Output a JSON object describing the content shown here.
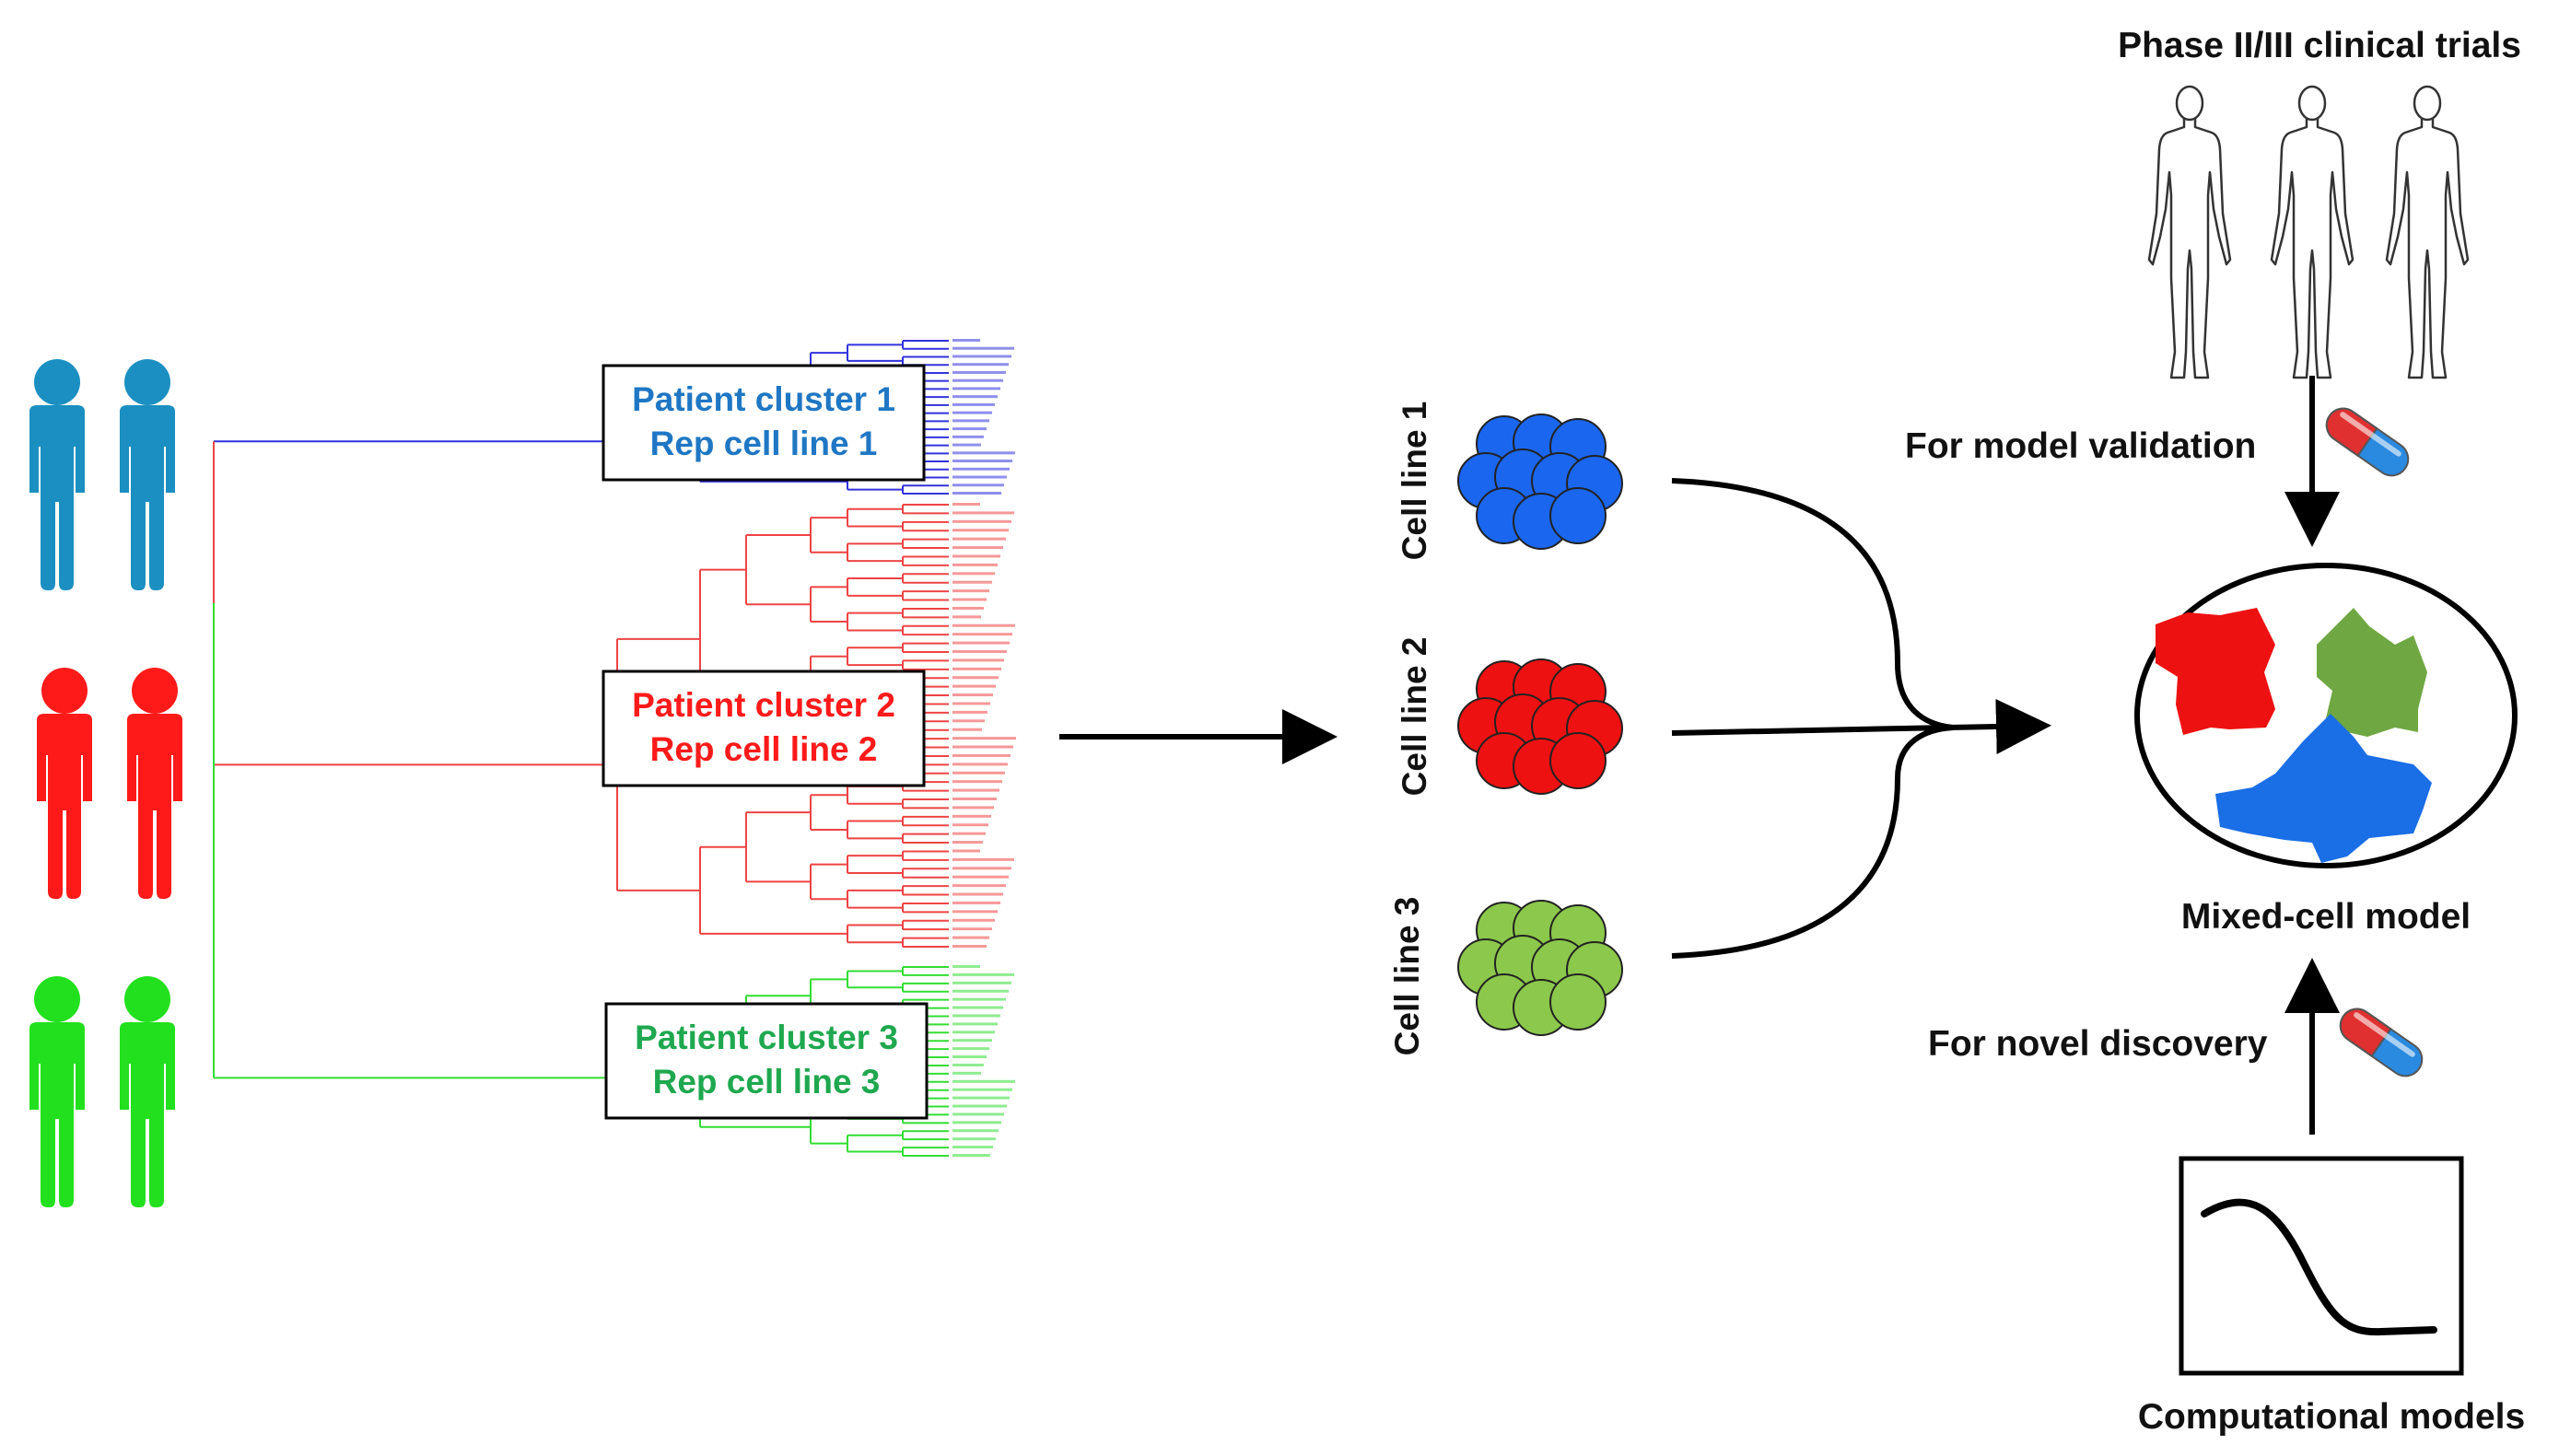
{
  "clusters": [
    {
      "line1": "Patient cluster 1",
      "line2": "Rep cell line 1",
      "color": "#1f77c4"
    },
    {
      "line1": "Patient cluster 2",
      "line2": "Rep cell line 2",
      "color": "#ff1a1a"
    },
    {
      "line1": "Patient cluster 3",
      "line2": "Rep cell line 3",
      "color": "#1fa84f"
    }
  ],
  "people_colors": [
    "#1b8fc1",
    "#ff1a1a",
    "#22e01e"
  ],
  "dendrogram_colors": {
    "blue": "#3333dd",
    "red": "#ee4444",
    "green": "#33dd33",
    "root": "#555555"
  },
  "cell_lines": [
    {
      "label": "Cell line 1",
      "color": "#1a66ee"
    },
    {
      "label": "Cell line 2",
      "color": "#ee1111"
    },
    {
      "label": "Cell line 3",
      "color": "#8cc84b"
    }
  ],
  "right": {
    "trials_title": "Phase II/III clinical trials",
    "validation_label": "For model validation",
    "mixed_label": "Mixed-cell model",
    "discovery_label": "For novel discovery",
    "computational_label": "Computational models",
    "blob_colors": [
      "#ee1111",
      "#6fa843",
      "#1a6ee6"
    ],
    "pill_colors": {
      "red": "#e03030",
      "blue": "#2a8ae0"
    }
  },
  "icons": {
    "person": "person-icon",
    "human_outline": "human-outline-icon",
    "pill": "pill-capsule-icon",
    "arrow": "arrow-icon"
  }
}
